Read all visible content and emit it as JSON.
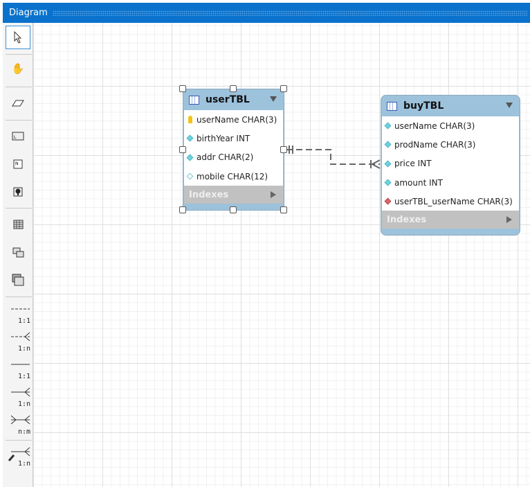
{
  "window": {
    "title": "Diagram"
  },
  "toolbar": {
    "items": [
      "pointer",
      "hand",
      "eraser",
      "layer",
      "note",
      "image",
      "table",
      "view",
      "routine-group"
    ],
    "relations": [
      {
        "label": "1:1",
        "style": "dashed"
      },
      {
        "label": "1:n",
        "style": "dashed"
      },
      {
        "label": "1:1",
        "style": "solid"
      },
      {
        "label": "1:n",
        "style": "solid"
      },
      {
        "label": "n:m",
        "style": "solid"
      },
      {
        "label": "1:n",
        "style": "existing-columns"
      }
    ]
  },
  "tables": [
    {
      "name": "userTBL",
      "columns": [
        {
          "text": "userName CHAR(3)",
          "type": "primary-key"
        },
        {
          "text": "birthYear INT",
          "type": "not-null"
        },
        {
          "text": "addr CHAR(2)",
          "type": "not-null"
        },
        {
          "text": "mobile CHAR(12)",
          "type": "nullable"
        }
      ],
      "indexes": "Indexes",
      "selected": true
    },
    {
      "name": "buyTBL",
      "columns": [
        {
          "text": "userName CHAR(3)",
          "type": "not-null"
        },
        {
          "text": "prodName CHAR(3)",
          "type": "not-null"
        },
        {
          "text": "price INT",
          "type": "not-null"
        },
        {
          "text": "amount INT",
          "type": "not-null"
        },
        {
          "text": "userTBL_userName CHAR(3)",
          "type": "foreign-key"
        }
      ],
      "indexes": "Indexes",
      "selected": false
    }
  ],
  "relationship": {
    "from": "userTBL",
    "to": "buyTBL",
    "cardinality": "1:n",
    "style": "dashed"
  },
  "colors": {
    "titlebar": "#0a72cc",
    "table_header": "#9dc2dc",
    "indexes": "#c1c1c1"
  }
}
